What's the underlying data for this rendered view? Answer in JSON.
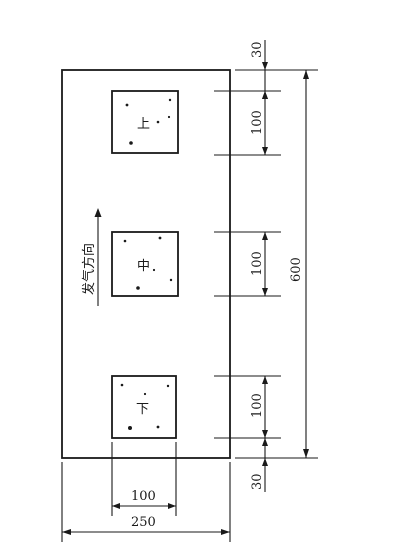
{
  "diagram": {
    "labels": {
      "top": "上",
      "middle": "中",
      "bottom": "下",
      "direction": "发气方向"
    },
    "dimensions": {
      "top_margin": "30",
      "bottom_margin": "30",
      "sample_height_top": "100",
      "sample_height_middle": "100",
      "sample_height_bottom": "100",
      "total_height": "600",
      "sample_width": "100",
      "total_width": "250"
    }
  }
}
